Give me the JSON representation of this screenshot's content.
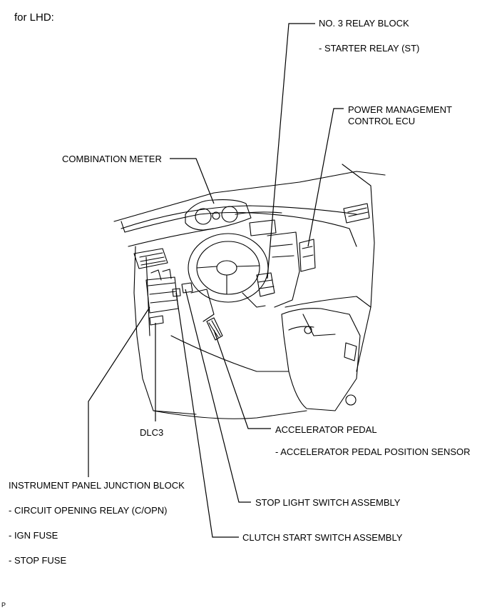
{
  "header": {
    "title": "for LHD:"
  },
  "labels": {
    "no3_relay_block": "NO. 3 RELAY BLOCK",
    "starter_relay": "- STARTER RELAY (ST)",
    "power_mgmt_ecu_line1": "POWER MANAGEMENT",
    "power_mgmt_ecu_line2": "CONTROL ECU",
    "combination_meter": "COMBINATION METER",
    "dlc3": "DLC3",
    "accelerator_pedal": "ACCELERATOR PEDAL",
    "accel_pedal_sensor": "- ACCELERATOR PEDAL POSITION SENSOR",
    "ip_junction_block": "INSTRUMENT PANEL JUNCTION BLOCK",
    "circuit_opening_relay": "- CIRCUIT OPENING RELAY (C/OPN)",
    "ign_fuse": "- IGN FUSE",
    "stop_fuse": "- STOP FUSE",
    "stop_light_switch": "STOP LIGHT SWITCH ASSEMBLY",
    "clutch_start_switch": "CLUTCH START SWITCH ASSEMBLY"
  },
  "footer": {
    "code": "P"
  }
}
